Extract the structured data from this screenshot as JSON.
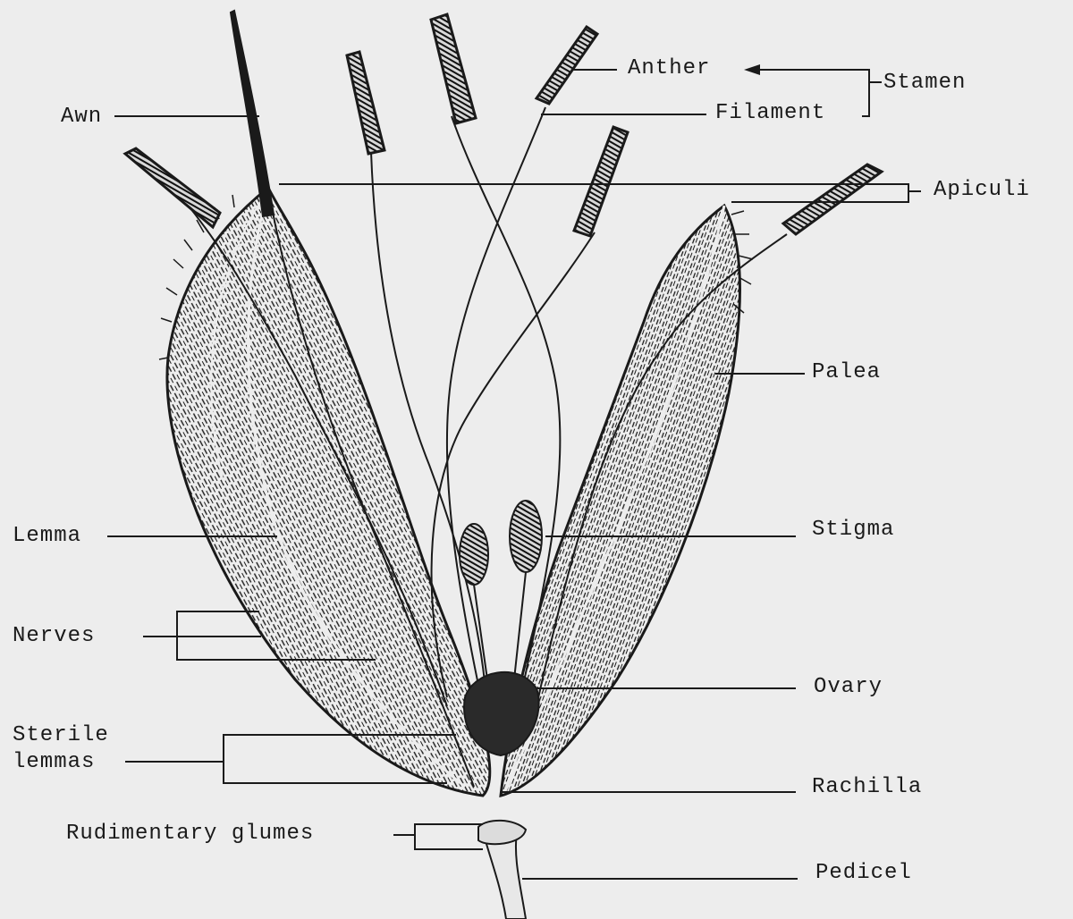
{
  "diagram": {
    "colors": {
      "background": "#ededed",
      "ink": "#1a1a1a"
    },
    "labels": {
      "awn": "Awn",
      "anther": "Anther",
      "filament": "Filament",
      "stamen": "Stamen",
      "apiculi": "Apiculi",
      "palea": "Palea",
      "lemma": "Lemma",
      "stigma": "Stigma",
      "nerves": "Nerves",
      "ovary": "Ovary",
      "sterile_line1": "Sterile",
      "sterile_line2": "lemmas",
      "rachilla": "Rachilla",
      "rudimentary_glumes": "Rudimentary glumes",
      "pedicel": "Pedicel"
    }
  }
}
